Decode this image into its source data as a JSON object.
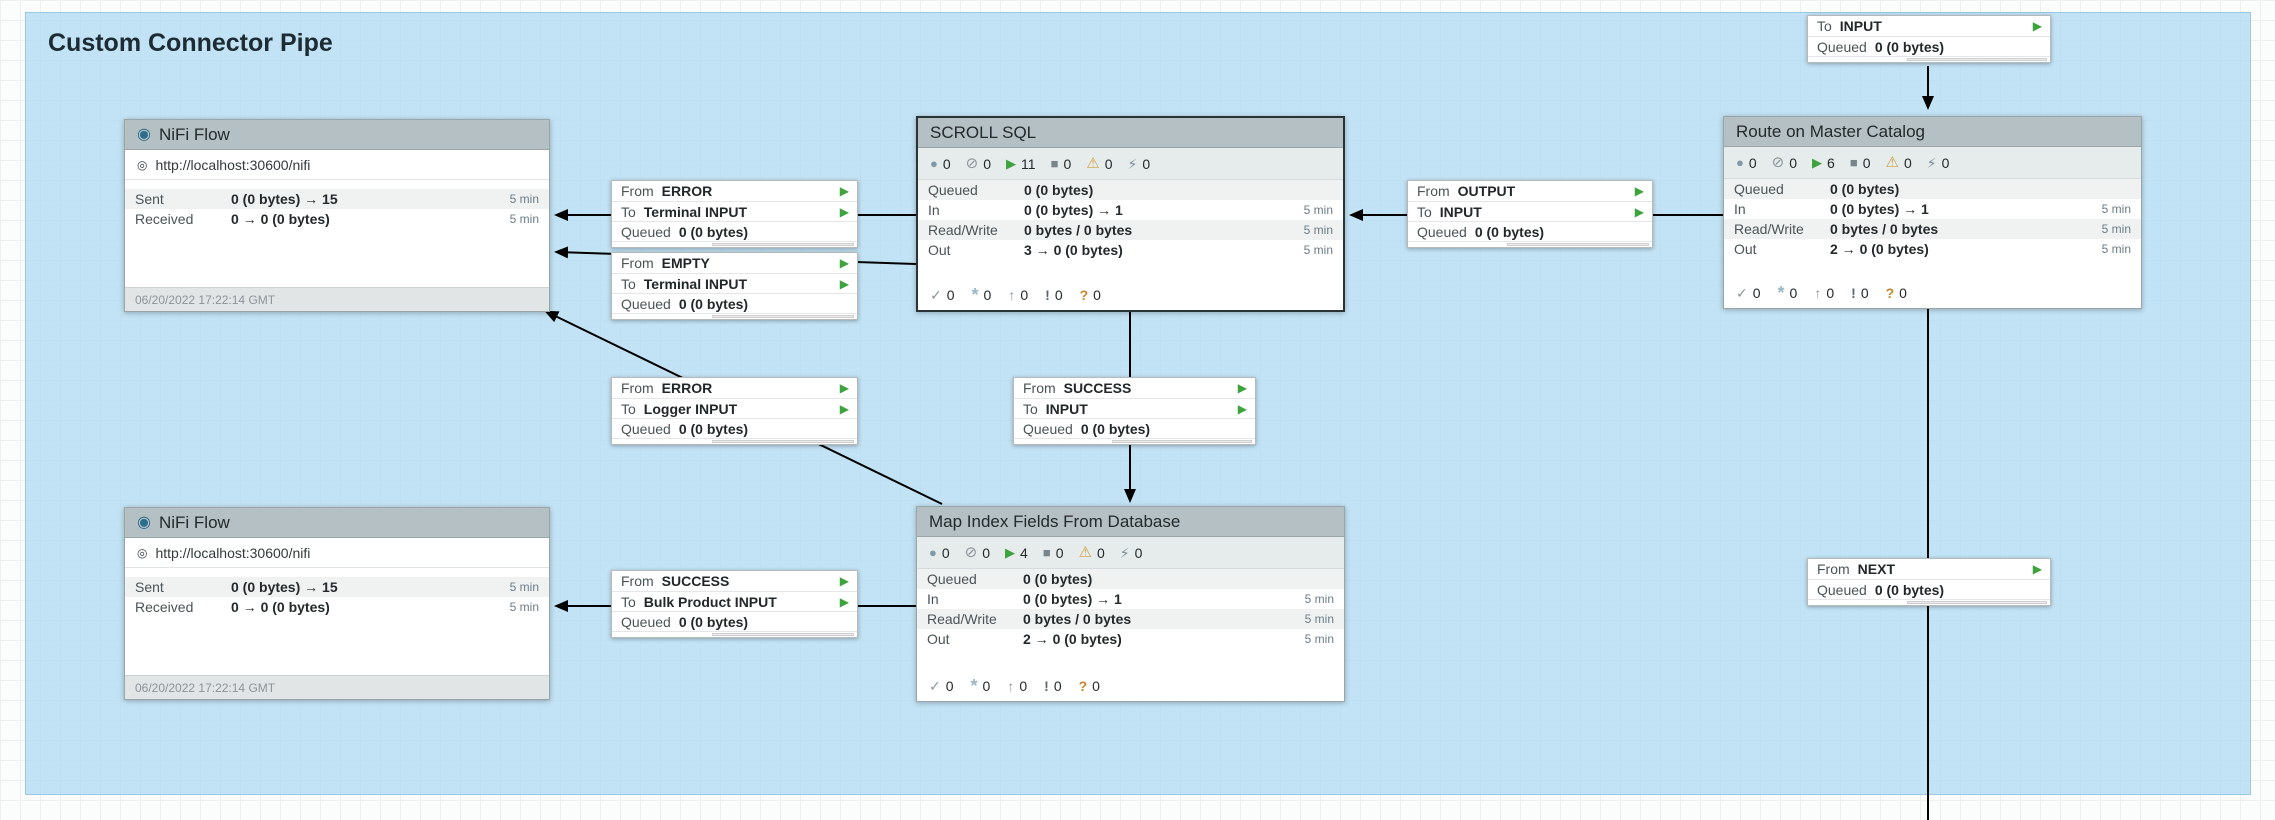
{
  "title": "Custom Connector Pipe",
  "strings": {
    "from": "From",
    "to": "To",
    "queued": "Queued",
    "in": "In",
    "read_write": "Read/Write",
    "out": "Out",
    "sent": "Sent",
    "received": "Received"
  },
  "remote_groups": [
    {
      "name": "NiFi Flow",
      "url": "http://localhost:30600/nifi",
      "sent": "0 (0 bytes) → 15",
      "sent_time": "5 min",
      "received": "0 → 0 (0 bytes)",
      "received_time": "5 min",
      "refreshed": "06/20/2022 17:22:14 GMT"
    },
    {
      "name": "NiFi Flow",
      "url": "http://localhost:30600/nifi",
      "sent": "0 (0 bytes) → 15",
      "sent_time": "5 min",
      "received": "0 → 0 (0 bytes)",
      "received_time": "5 min",
      "refreshed": "06/20/2022 17:22:14 GMT"
    }
  ],
  "process_groups": [
    {
      "name": "SCROLL SQL",
      "transmitting": "0",
      "not_transmitting": "0",
      "running": "11",
      "stopped": "0",
      "invalid": "0",
      "disabled": "0",
      "queued": "0 (0 bytes)",
      "in": "0 (0 bytes) → 1",
      "in_time": "5 min",
      "read_write": "0 bytes / 0 bytes",
      "rw_time": "5 min",
      "out": "3 → 0 (0 bytes)",
      "out_time": "5 min",
      "up_to_date": "0",
      "locally_modified": "0",
      "stale": "0",
      "modified_stale": "0",
      "sync_failure": "0"
    },
    {
      "name": "Route on Master Catalog",
      "transmitting": "0",
      "not_transmitting": "0",
      "running": "6",
      "stopped": "0",
      "invalid": "0",
      "disabled": "0",
      "queued": "0 (0 bytes)",
      "in": "0 (0 bytes) → 1",
      "in_time": "5 min",
      "read_write": "0 bytes / 0 bytes",
      "rw_time": "5 min",
      "out": "2 → 0 (0 bytes)",
      "out_time": "5 min",
      "up_to_date": "0",
      "locally_modified": "0",
      "stale": "0",
      "modified_stale": "0",
      "sync_failure": "0"
    },
    {
      "name": "Map Index Fields From Database",
      "transmitting": "0",
      "not_transmitting": "0",
      "running": "4",
      "stopped": "0",
      "invalid": "0",
      "disabled": "0",
      "queued": "0 (0 bytes)",
      "in": "0 (0 bytes) → 1",
      "in_time": "5 min",
      "read_write": "0 bytes / 0 bytes",
      "rw_time": "5 min",
      "out": "2 → 0 (0 bytes)",
      "out_time": "5 min",
      "up_to_date": "0",
      "locally_modified": "0",
      "stale": "0",
      "modified_stale": "0",
      "sync_failure": "0"
    }
  ],
  "connections": [
    {
      "from": "ERROR",
      "to": "Terminal INPUT",
      "queued": "0 (0 bytes)"
    },
    {
      "from": "EMPTY",
      "to": "Terminal INPUT",
      "queued": "0 (0 bytes)"
    },
    {
      "from": "ERROR",
      "to": "Logger INPUT",
      "queued": "0 (0 bytes)"
    },
    {
      "from": "SUCCESS",
      "to": "INPUT",
      "queued": "0 (0 bytes)"
    },
    {
      "from": "OUTPUT",
      "to": "INPUT",
      "queued": "0 (0 bytes)"
    },
    {
      "from": "SUCCESS",
      "to": "Bulk Product INPUT",
      "queued": "0 (0 bytes)"
    },
    {
      "to": "INPUT",
      "queued": "0 (0 bytes)"
    },
    {
      "from": "NEXT",
      "queued": "0 (0 bytes)"
    }
  ]
}
